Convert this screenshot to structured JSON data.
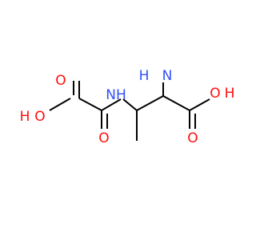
{
  "colors": {
    "oxygen": "#ff0d0d",
    "nitrogen": "#3050f8",
    "bond": "#000000"
  },
  "atoms": {
    "h_o_left": "H",
    "o_left": "O",
    "o_bottom_left": "O",
    "nh": "NH",
    "h_nh2": "H",
    "n_nh2": "N",
    "o_bottom_right": "O",
    "o_right": "O",
    "h_o_right": "H"
  }
}
